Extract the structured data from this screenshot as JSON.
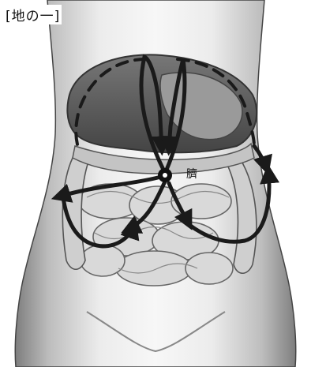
{
  "heading": "[地の一]",
  "navel_label": "臍",
  "colors": {
    "ink": "#222222",
    "arrow": "#1a1a1a",
    "skin_mid": "#c9c9c9",
    "organ_dark": "#555555",
    "organ_light": "#b5b5b5"
  },
  "icons": [
    "navel-dot",
    "arrow"
  ]
}
